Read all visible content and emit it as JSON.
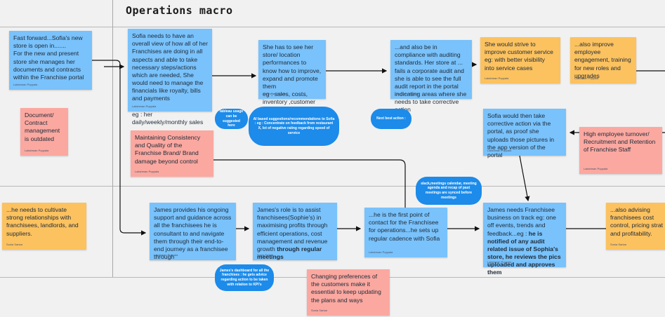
{
  "title": "Operations macro",
  "notes": {
    "n1": {
      "text": "Fast forward...Sofia's new store is open in.......\nFor the new and present store she manages her documents and contracts within the Franchise portal",
      "author": "Lakshman Puppala"
    },
    "n2": {
      "text": "Document/\nContract management is outdated",
      "author": "Lakshman Puppala"
    },
    "n3": {
      "text": "Sofia needs to have an overall view of how all of her Franchises are doing in all aspects and able to take necessary steps/actions which are needed, She would need to manage the financials like royalty, bills and payments\n\neg : her daily/weekly/monthly sales",
      "author": "Lakshman Puppala"
    },
    "n4": {
      "text": "Maintaining Consistency and Quality of the Franchise Brand/ Brand damage beyond control",
      "author": "Lakshman Puppala"
    },
    "n5": {
      "text": "She has to see her store/ location performances to know how to improve, expand and promote them\neg : sales, costs, inventory ,customer feedback,audits etc",
      "author": "Lakshman Puppala"
    },
    "n6": {
      "text": "...and also be in compliance with auditing standards. Her store at ... fails a corporate audit and she is able to see the full audit report in the portal indicating areas where she needs to take corrective action",
      "author": "Lakshman Puppala"
    },
    "n7": {
      "text": "She would strive to improve customer service\neg: with better visibility into service cases",
      "author": "Lakshman Puppala"
    },
    "n8": {
      "text": "...also improve employee engagement, training for new roles and upgrades",
      "author": "Lakshman Puppala"
    },
    "n9": {
      "text": "Sofia would then take corrective action via the portal, as proof she uploads those pictures in the app version of the portal",
      "author": "Lakshman Puppala"
    },
    "n10": {
      "text": "High employee turnover/ Recruitment and Retention of Franchise Staff",
      "author": "Lakshman Puppala"
    },
    "n11": {
      "text": "...he needs to cultivate strong relationships with franchisees, landlords, and suppliers.",
      "author": "Sonia Sarkar"
    },
    "n12": {
      "text": "James provides his ongoing support and guidance across all the franchisees he is consultant to and navigate them through their end-to-end journey as a franchisee through",
      "author": "Lakshman Puppala"
    },
    "n13": {
      "text": "James's role is to assist franchisees(Sophie's) in maximising profits through efficient operations, cost management and revenue growth ",
      "bold": "through regular meetings",
      "author": "Sonia Sarkar"
    },
    "n14": {
      "text": "...he is the first point of contact for the Franchisee for operations...he sets up regular cadence with Sofia",
      "author": "Lakshman Puppala"
    },
    "n15": {
      "text": "Changing preferences of the customers make it essential to keep updating the plans and ways",
      "author": "Sonia Sarkar"
    },
    "n16": {
      "text": "James needs Franchisee business on track eg: one off events, trends and feedback...eg : ",
      "bold": "he is notified of any audit related issue of Sophia's store, he reviews the pics uploaded and approves them",
      "author": "Lakshman Puppala"
    },
    "n17": {
      "text": "...also advising franchisees cost control, pricing strat and profitability.",
      "author": "Sonia Sarkar"
    }
  },
  "bubbles": {
    "b1": "tableau usage can be suggested here",
    "b2": "AI based suggestions/recommendations to Sofia : eg : Concentrate on feedback from restaurant X, lot of negative rating regarding speed of service",
    "b3": "Next best action :",
    "b4": "slack,meetings calendar, meeting agenda and recap of past meetings are synced before meetings",
    "b5": "James's dashboard for all the franchises : he gets advice regarding action to be taken with relation to KPI's"
  },
  "colors": {
    "blue_note": "#79c2fb",
    "orange_note": "#fcc25f",
    "red_note": "#fba8a0",
    "bubble": "#1c8bea",
    "board": "#f1f1f1"
  }
}
